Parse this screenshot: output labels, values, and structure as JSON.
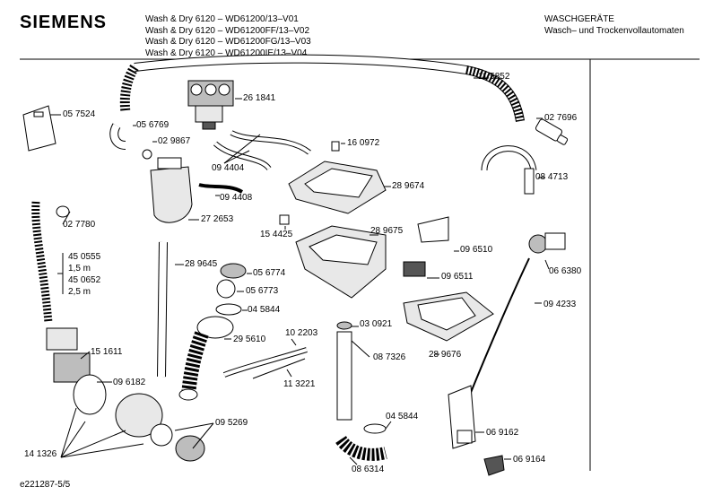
{
  "header": {
    "brand": "SIEMENS",
    "models": [
      "Wash & Dry 6120 – WD61200/13–V01",
      "Wash & Dry 6120 – WD61200FF/13–V02",
      "Wash & Dry 6120 – WD61200FG/13–V03",
      "Wash & Dry 6120 – WD61200IE/13–V04"
    ],
    "category": "WASCHGERÄTE",
    "subcategory": "Wasch– und Trockenvollautomaten"
  },
  "footer": {
    "doc_id": "e221287-5/5"
  },
  "parts": [
    {
      "id": "p1",
      "number": "11 5852"
    },
    {
      "id": "p2",
      "number": "02 7696"
    },
    {
      "id": "p3",
      "number": "26 1841"
    },
    {
      "id": "p4",
      "number": "05 7524"
    },
    {
      "id": "p5",
      "number": "05 6769"
    },
    {
      "id": "p6",
      "number": "02 9867"
    },
    {
      "id": "p7",
      "number": "16 0972"
    },
    {
      "id": "p8",
      "number": "09 4404"
    },
    {
      "id": "p9",
      "number": "08 4713"
    },
    {
      "id": "p10",
      "number": "28 9674"
    },
    {
      "id": "p11",
      "number": "09 4408"
    },
    {
      "id": "p12",
      "number": "27 2653"
    },
    {
      "id": "p13",
      "number": "02 7780"
    },
    {
      "id": "p14",
      "number": "15 4425"
    },
    {
      "id": "p15",
      "number": "28 9675"
    },
    {
      "id": "p16",
      "number": "09 6510"
    },
    {
      "id": "p17",
      "number": "06 6380"
    },
    {
      "id": "p18",
      "number": "28 9645"
    },
    {
      "id": "p19",
      "number": "05 6774"
    },
    {
      "id": "p20",
      "number": "09 6511"
    },
    {
      "id": "p21",
      "number": "05 6773"
    },
    {
      "id": "p22",
      "number": "09 4233"
    },
    {
      "id": "p23",
      "number": "04 5844"
    },
    {
      "id": "p24",
      "number": "03 0921"
    },
    {
      "id": "p25",
      "number": "28 9676"
    },
    {
      "id": "p26",
      "number": "08 7326"
    },
    {
      "id": "p27",
      "number": "29 5610"
    },
    {
      "id": "p28",
      "number": "10 2203"
    },
    {
      "id": "p29",
      "number": "15 1611"
    },
    {
      "id": "p30",
      "number": "11 3221"
    },
    {
      "id": "p31",
      "number": "09 6182"
    },
    {
      "id": "p32",
      "number": "04 5844"
    },
    {
      "id": "p33",
      "number": "09 5269"
    },
    {
      "id": "p34",
      "number": "06 9162"
    },
    {
      "id": "p35",
      "number": "14 1326"
    },
    {
      "id": "p36",
      "number": "08 6314"
    },
    {
      "id": "p37",
      "number": "06 9164"
    }
  ],
  "hose_options": [
    "45 0555",
    "1,5 m",
    "45 0652",
    "2,5 m"
  ],
  "colors": {
    "line": "#000000",
    "fill_light": "#e8e8e8",
    "fill_mid": "#bdbdbd",
    "fill_dark": "#555555"
  }
}
